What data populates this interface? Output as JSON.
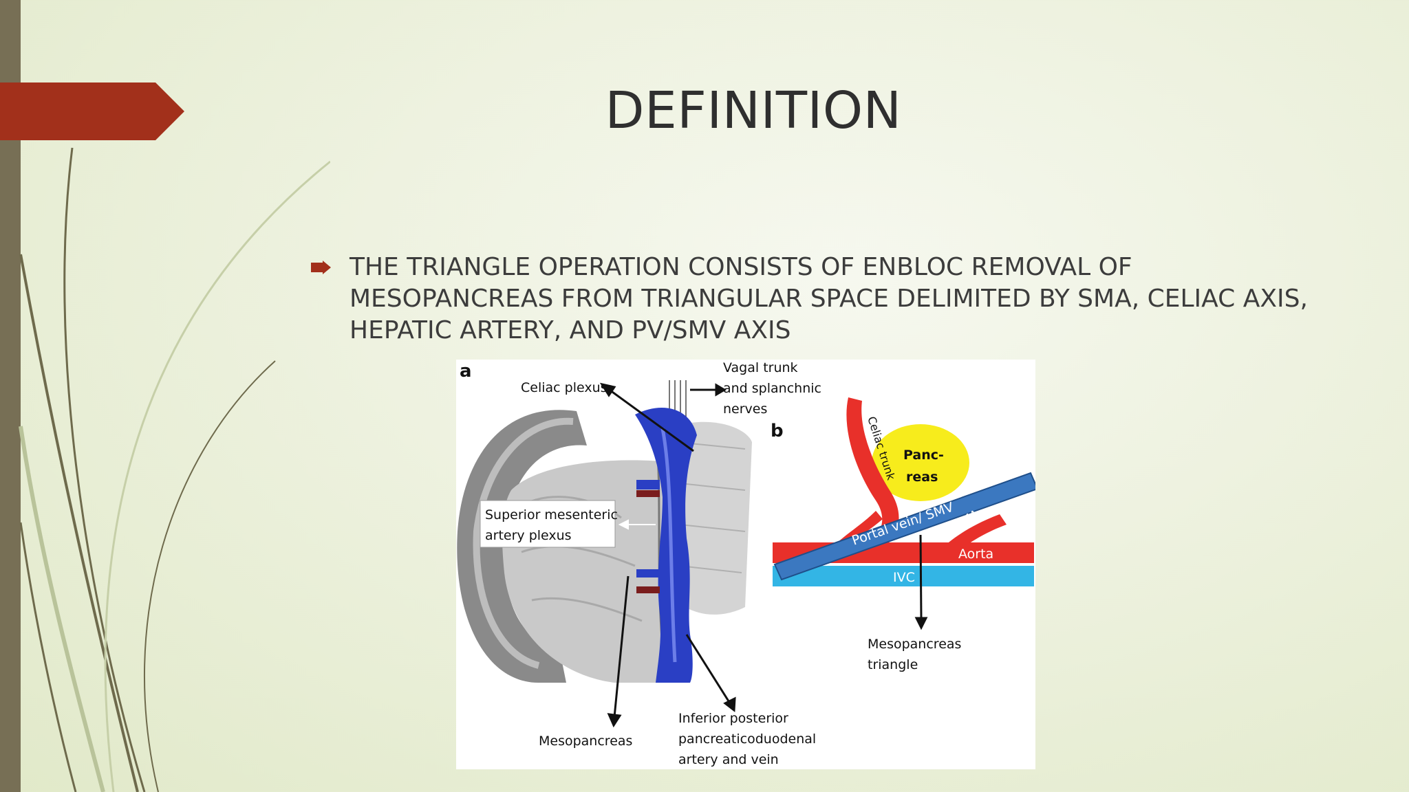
{
  "slide": {
    "title": "DEFINITION",
    "bullet": "THE TRIANGLE OPERATION CONSISTS OF ENBLOC REMOVAL OF MESOPANCREAS FROM TRIANGULAR SPACE DELIMITED BY SMA, CELIAC AXIS, HEPATIC ARTERY, AND PV/SMV AXIS"
  },
  "theme": {
    "accent": "#a2301b",
    "bar": "#776f55",
    "vein": "#2a3fc4",
    "artery": "#e8302a",
    "ivc": "#33b5e5",
    "pancreas": "#f7ec1c",
    "smv": "#3b78c0"
  },
  "figure": {
    "panel_a": {
      "letter": "a",
      "celiac_plexus": "Celiac plexus",
      "vagal_1": "Vagal trunk",
      "vagal_2": "and splanchnic",
      "vagal_3": "nerves",
      "sma_plexus_1": "Superior mesenteric",
      "sma_plexus_2": "artery plexus",
      "mesopancreas": "Mesopancreas",
      "ipd_1": "Inferior posterior",
      "ipd_2": "pancreaticoduodenal",
      "ipd_3": "artery and vein"
    },
    "panel_b": {
      "letter": "b",
      "pancreas_1": "Panc-",
      "pancreas_2": "reas",
      "celiac_trunk": "Celiac trunk",
      "portal_vein": "Portal vein/ SMV",
      "sma": "SMA",
      "aorta": "Aorta",
      "ivc": "IVC",
      "triangle_1": "Mesopancreas",
      "triangle_2": "triangle"
    }
  }
}
